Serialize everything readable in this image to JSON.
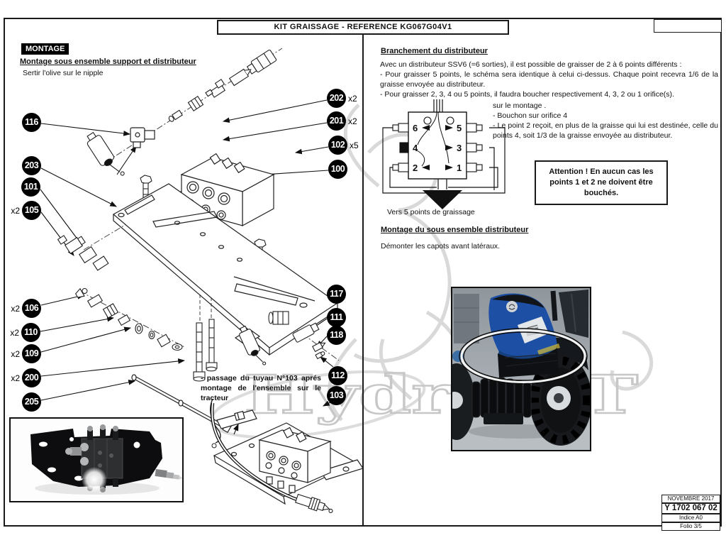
{
  "title_bar": {
    "title": "KIT GRAISSAGE - REFERENCE KG067G04V1"
  },
  "montage": {
    "tag": "MONTAGE",
    "heading": "Montage sous ensemble support et distributeur",
    "subnote": "Sertir l'olive sur le nipple",
    "passage_note": "- passage du tuyau N°103 aprés montage de l'ensemble sur le tracteur"
  },
  "callouts": {
    "left": [
      {
        "num": "116",
        "qty": ""
      },
      {
        "num": "203",
        "qty": ""
      },
      {
        "num": "101",
        "qty": ""
      },
      {
        "num": "105",
        "qty": "x2"
      },
      {
        "num": "106",
        "qty": "x2"
      },
      {
        "num": "110",
        "qty": "x2"
      },
      {
        "num": "109",
        "qty": "x2"
      },
      {
        "num": "200",
        "qty": "x2"
      },
      {
        "num": "205",
        "qty": ""
      }
    ],
    "right": [
      {
        "num": "202",
        "qty": "x2"
      },
      {
        "num": "201",
        "qty": "x2"
      },
      {
        "num": "102",
        "qty": "x5"
      },
      {
        "num": "100",
        "qty": ""
      },
      {
        "num": "117",
        "qty": ""
      },
      {
        "num": "111",
        "qty": ""
      },
      {
        "num": "118",
        "qty": ""
      },
      {
        "num": "112",
        "qty": ""
      },
      {
        "num": "103",
        "qty": ""
      }
    ]
  },
  "branchement": {
    "heading": "Branchement du distributeur",
    "para": [
      "Avec un distributeur SSV6 (=6 sorties), il est possible de graisser de 2 à 6 points différents :",
      " - Pour graisser 5 points, le schéma sera identique à celui ci-dessus. Chaque point recevra 1/6 de la graisse envoyée au distributeur.",
      " - Pour graisser 2, 3, 4 ou 5 points, il faudra boucher respectivement 4, 3, 2 ou 1 orifice(s)."
    ],
    "side_note": [
      "sur le montage .",
      " - Bouchon sur orifice 4",
      " - Le point 2 reçoit, en plus de la graisse qui lui est destinée, celle du points 4, soit 1/3 de la graisse envoyée au distributeur."
    ],
    "attention": "Attention ! En aucun cas les points 1 et 2 ne doivent être bouchés.",
    "schema": {
      "ports_left": [
        "6",
        "4",
        "2"
      ],
      "ports_right": [
        "5",
        "3",
        "1"
      ],
      "caption": "Vers 5 points de graissage"
    }
  },
  "montage_distributeur": {
    "heading": "Montage du sous ensemble distributeur",
    "text": "Démonter les capots avant latéraux."
  },
  "watermark": {
    "text": "HydrokiT"
  },
  "title_block": {
    "date": "NOVEMBRE 2017",
    "reference": "Y 1702 067 02",
    "indice": "Indice A0",
    "folio": "Folio 3/5"
  }
}
